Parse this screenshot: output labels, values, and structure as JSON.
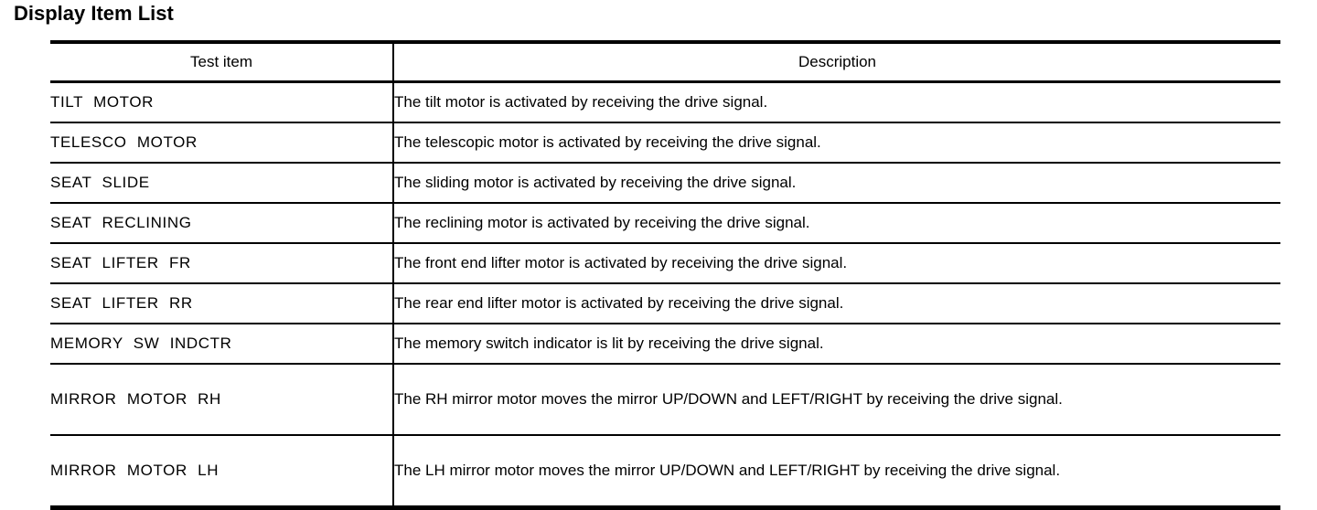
{
  "page": {
    "title": "Display Item List"
  },
  "table": {
    "columns": [
      {
        "key": "test_item",
        "header": "Test item"
      },
      {
        "key": "description",
        "header": "Description"
      }
    ],
    "rows": [
      {
        "test_item": "TILT MOTOR",
        "description": "The tilt motor is activated by receiving the drive signal."
      },
      {
        "test_item": "TELESCO MOTOR",
        "description": "The telescopic motor is activated by receiving the drive signal."
      },
      {
        "test_item": "SEAT SLIDE",
        "description": "The sliding motor is activated by receiving the drive signal."
      },
      {
        "test_item": "SEAT RECLINING",
        "description": "The reclining motor is activated by receiving the drive signal."
      },
      {
        "test_item": "SEAT LIFTER FR",
        "description": "The front end lifter motor is activated by receiving the drive signal."
      },
      {
        "test_item": "SEAT LIFTER RR",
        "description": "The rear end lifter motor is activated by receiving the drive signal."
      },
      {
        "test_item": "MEMORY SW INDCTR",
        "description": "The memory switch indicator is lit by receiving the drive signal."
      },
      {
        "test_item": "MIRROR MOTOR RH",
        "description": "The RH mirror motor moves the mirror UP/DOWN and LEFT/RIGHT by receiving the drive signal."
      },
      {
        "test_item": "MIRROR MOTOR LH",
        "description": "The LH mirror motor moves the mirror UP/DOWN and LEFT/RIGHT by receiving the drive signal."
      }
    ]
  },
  "colors": {
    "text": "#000000",
    "background": "#ffffff",
    "rule": "#000000"
  }
}
